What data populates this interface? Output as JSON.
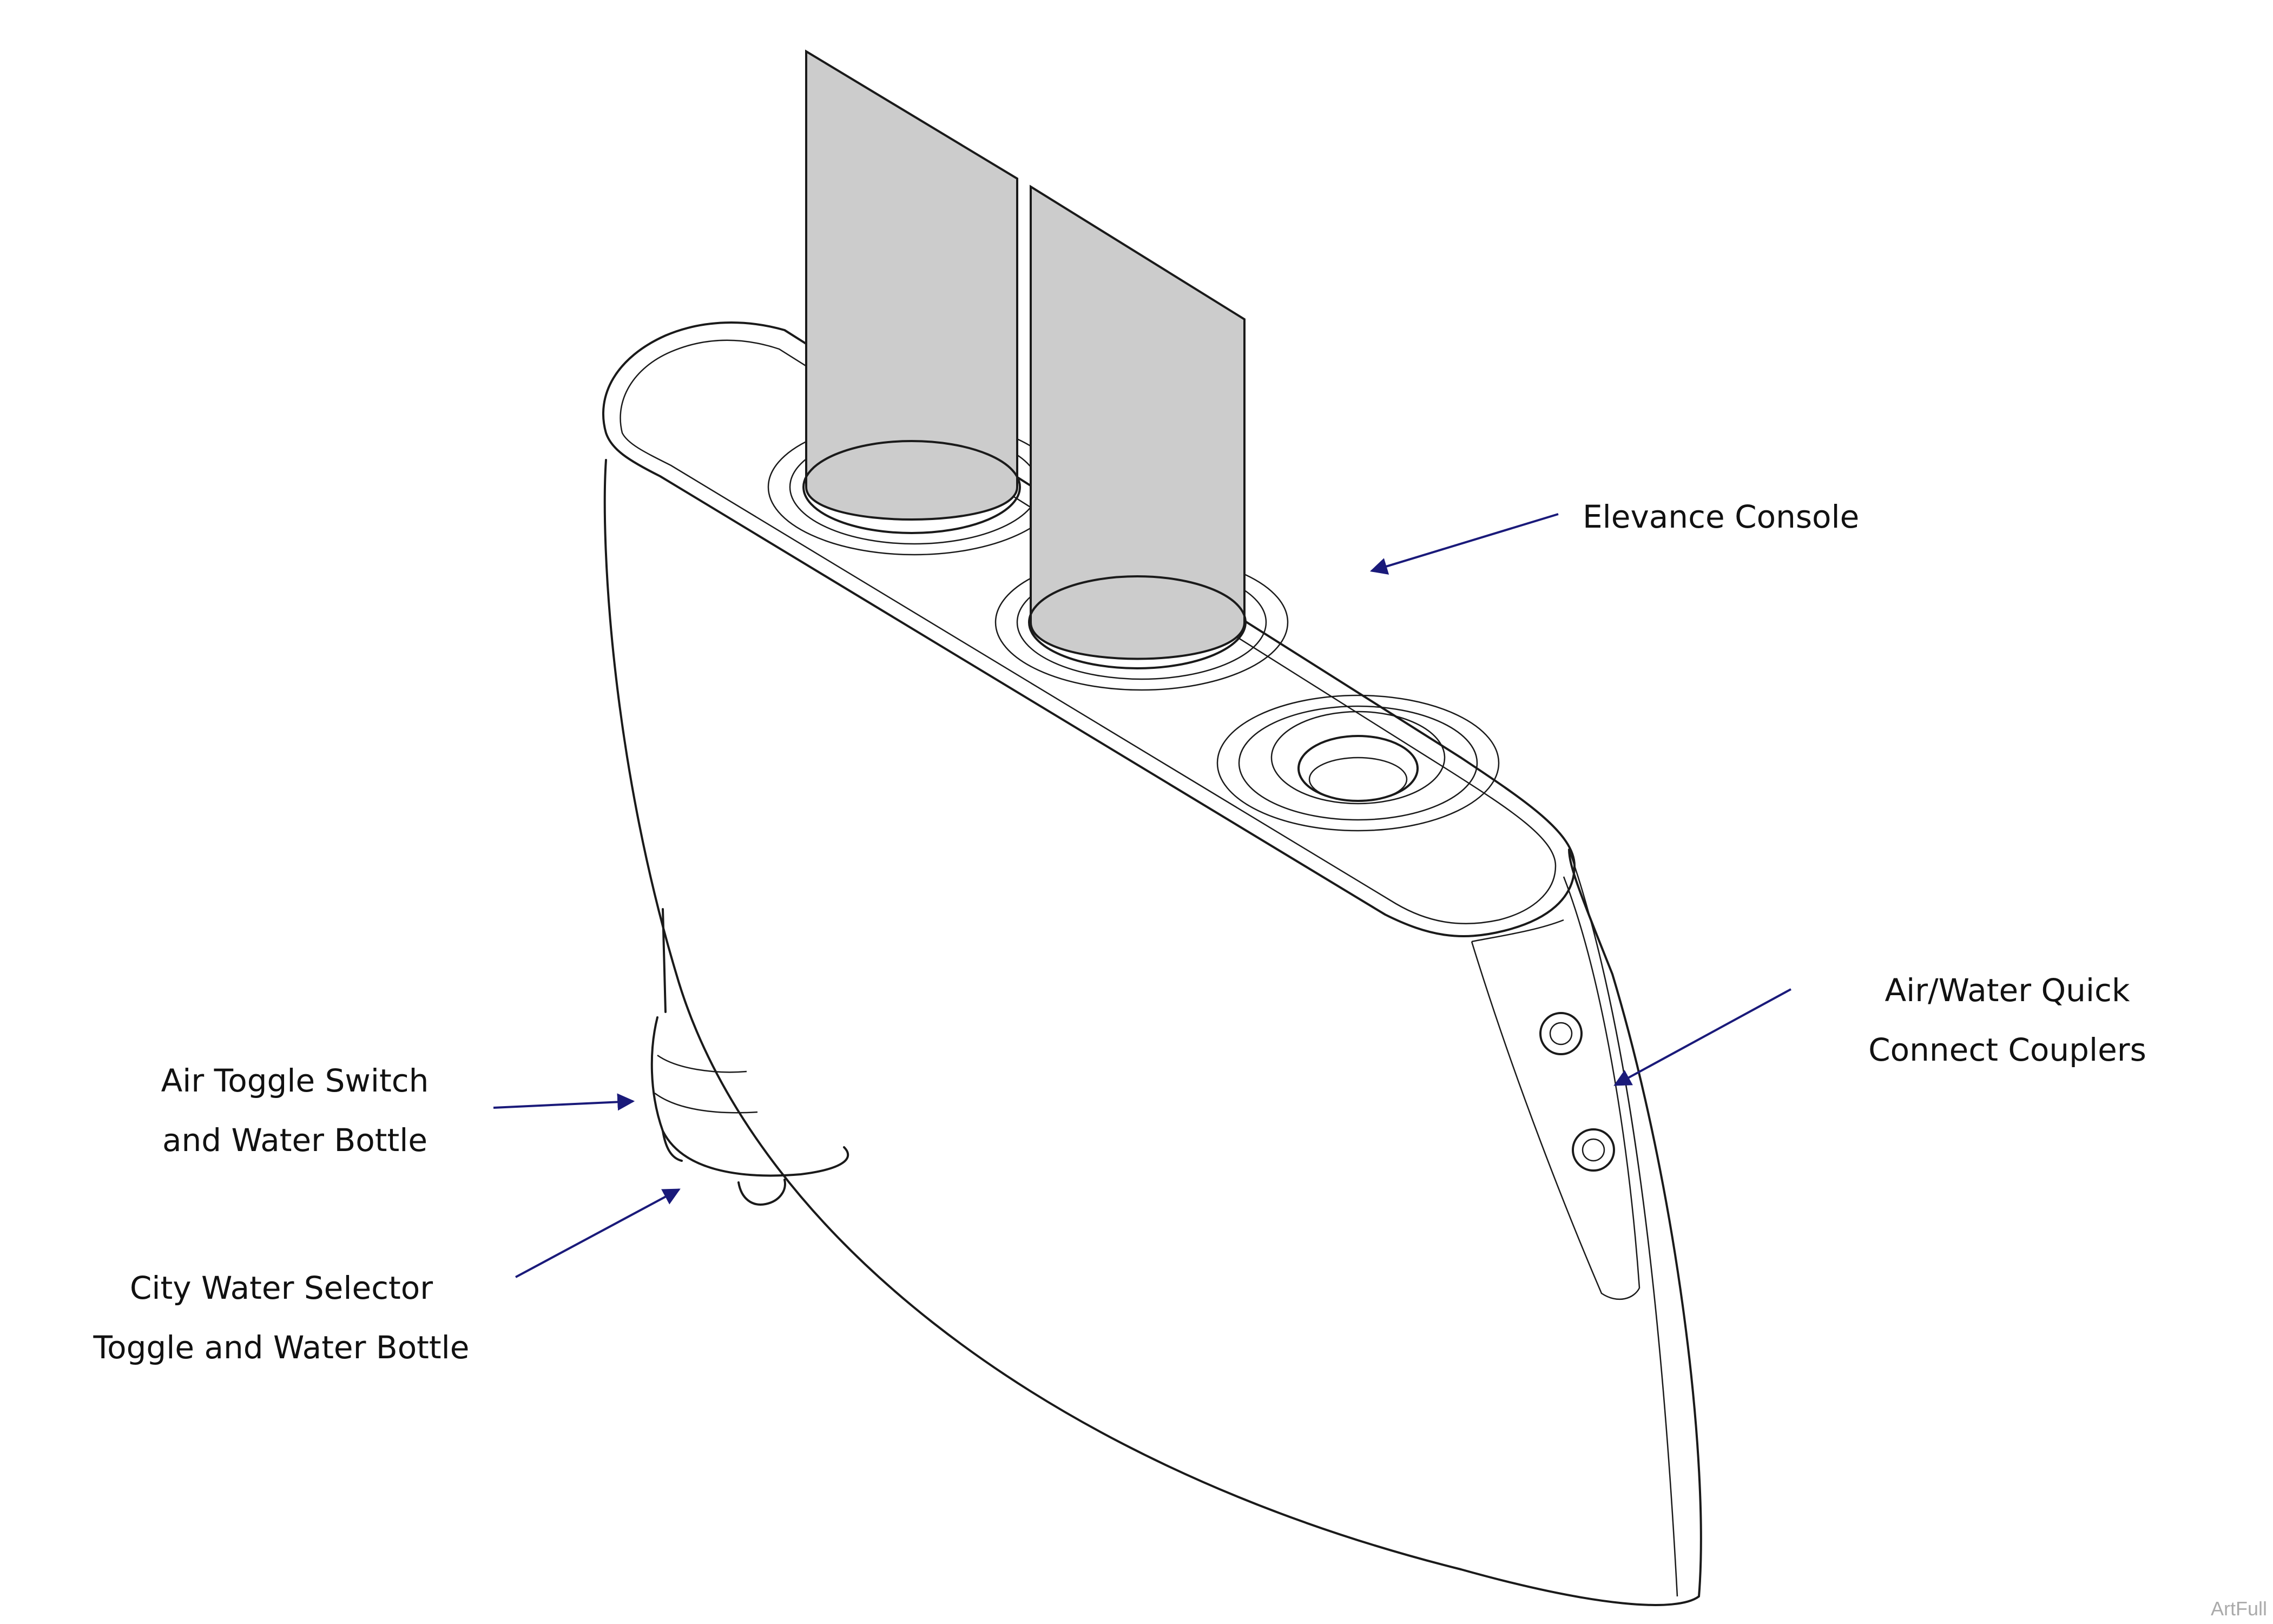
{
  "diagram": {
    "labels": {
      "console": "Elevance Console",
      "couplers_line1": "Air/Water Quick",
      "couplers_line2": "Connect Couplers",
      "air_toggle_line1": "Air Toggle Switch",
      "air_toggle_line2": "and Water Bottle",
      "city_water_line1": "City Water Selector",
      "city_water_line2": "Toggle and Water Bottle"
    },
    "watermark": "ArtFull",
    "colors": {
      "outline": "#1a1a1a",
      "tube_fill": "#cccccc",
      "leader_arrow": "#1a1a7a",
      "background": "#ffffff"
    }
  }
}
